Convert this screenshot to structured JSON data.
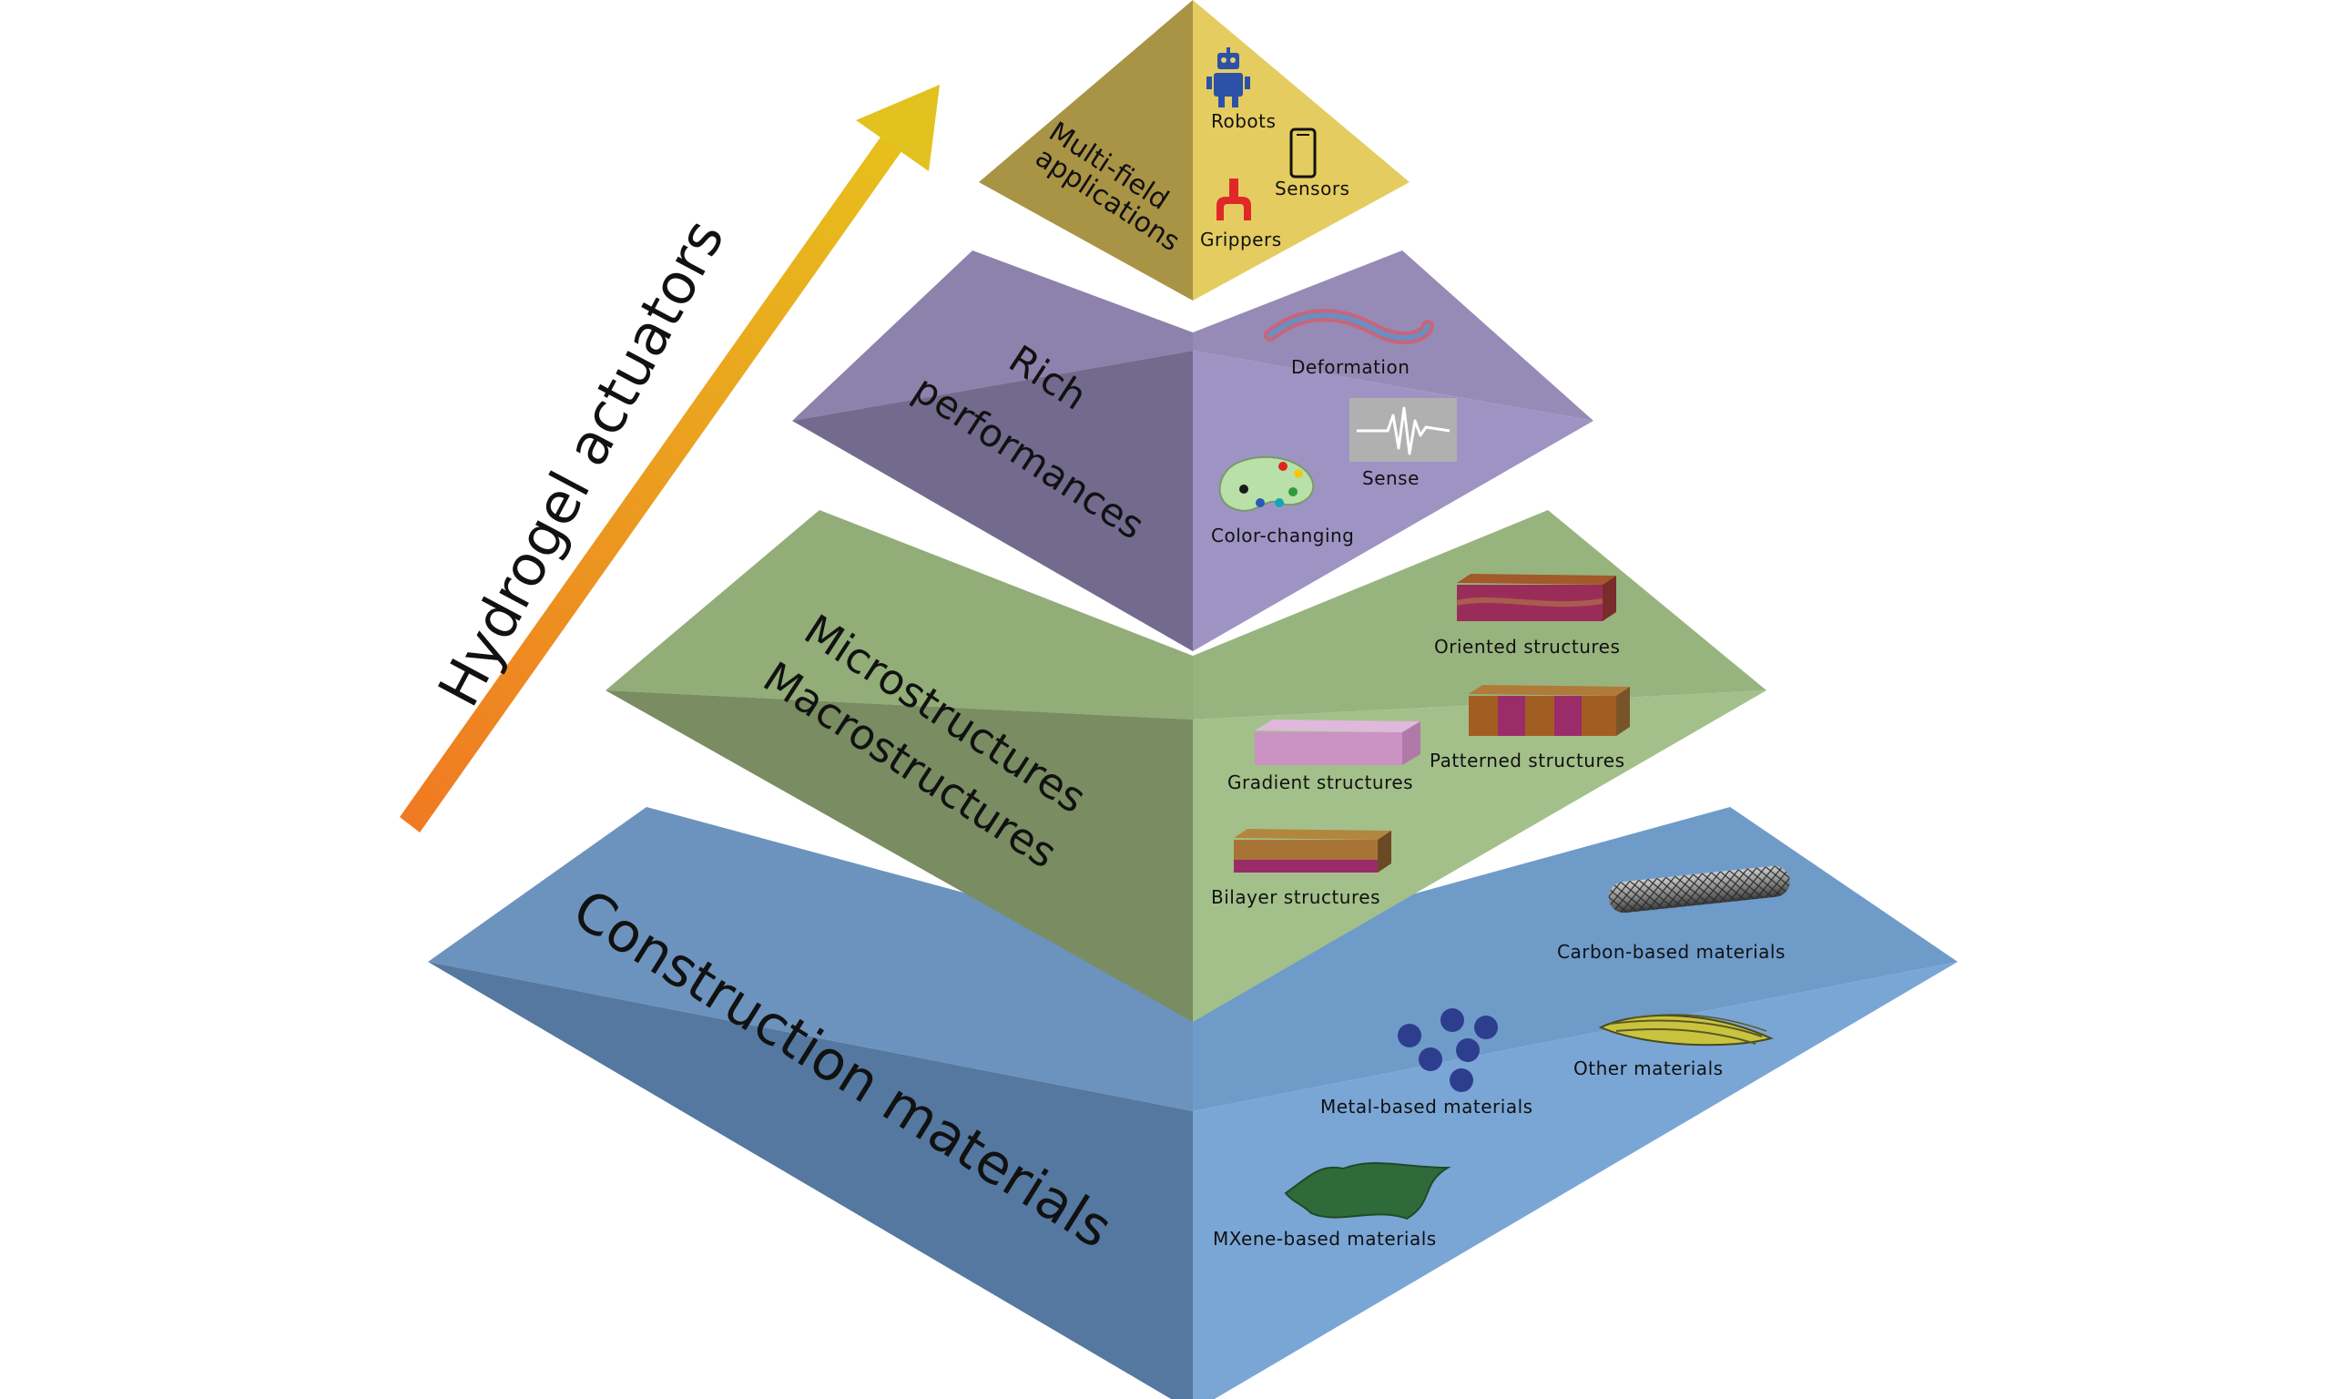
{
  "arrow": {
    "label": "Hydrogel actuators",
    "colors": {
      "start": "#f07a22",
      "end": "#e6c51c"
    }
  },
  "tiers": {
    "tier1": {
      "title_lines": [
        "Multi-field",
        "applications"
      ],
      "items": {
        "robots": "Robots",
        "sensors": "Sensors",
        "grippers": "Grippers"
      },
      "colors": {
        "left": "#a99446",
        "right": "#e5cc60"
      }
    },
    "tier2": {
      "title_lines": [
        "Rich",
        "performances"
      ],
      "items": {
        "deformation": "Deformation",
        "sense": "Sense",
        "color_changing": "Color-changing"
      },
      "colors": {
        "left": "#736b8e",
        "right": "#9e94c4"
      }
    },
    "tier3": {
      "title_lines": [
        "Microstructures",
        "Macrostructures"
      ],
      "items": {
        "oriented": "Oriented structures",
        "patterned": "Patterned structures",
        "gradient": "Gradient structures",
        "bilayer": "Bilayer structures"
      },
      "colors": {
        "left": "#7a8c62",
        "right": "#a3c08a"
      }
    },
    "tier4": {
      "title_lines": [
        "Construction materials"
      ],
      "items": {
        "carbon": "Carbon-based materials",
        "other": "Other materials",
        "metal": "Metal-based materials",
        "mxene": "MXene-based materials"
      },
      "colors": {
        "left": "#54789f",
        "right": "#7aa6d6"
      }
    }
  }
}
